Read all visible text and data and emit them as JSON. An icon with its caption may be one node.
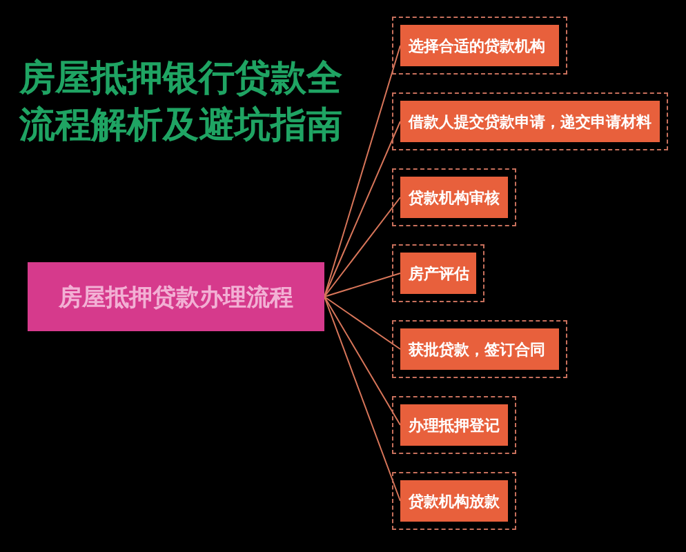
{
  "diagram": {
    "title": "房屋抵押银行贷款全流程解析及避坑指南",
    "nodes": [
      {
        "text": [
          "房屋抵押贷款办理流程"
        ]
      },
      {
        "text": [
          "选择合适的贷款机构"
        ]
      },
      {
        "text": [
          "借款人提交贷款申请，递交申请材料"
        ]
      },
      {
        "text": [
          "贷款机构审核"
        ]
      },
      {
        "text": [
          "房产评估"
        ]
      },
      {
        "text": [
          "获批贷款，签订合同"
        ]
      },
      {
        "text": [
          "办理抵押登记"
        ]
      },
      {
        "text": [
          "贷款机构放款"
        ]
      }
    ],
    "edges": [
      {
        "from": 0,
        "to": 1,
        "arrow": "none"
      },
      {
        "from": 0,
        "to": 2,
        "arrow": "none"
      },
      {
        "from": 0,
        "to": 3,
        "arrow": "none"
      },
      {
        "from": 0,
        "to": 4,
        "arrow": "none"
      },
      {
        "from": 0,
        "to": 5,
        "arrow": "none"
      },
      {
        "from": 0,
        "to": 6,
        "arrow": "none"
      },
      {
        "from": 0,
        "to": 7,
        "arrow": "none"
      }
    ]
  }
}
